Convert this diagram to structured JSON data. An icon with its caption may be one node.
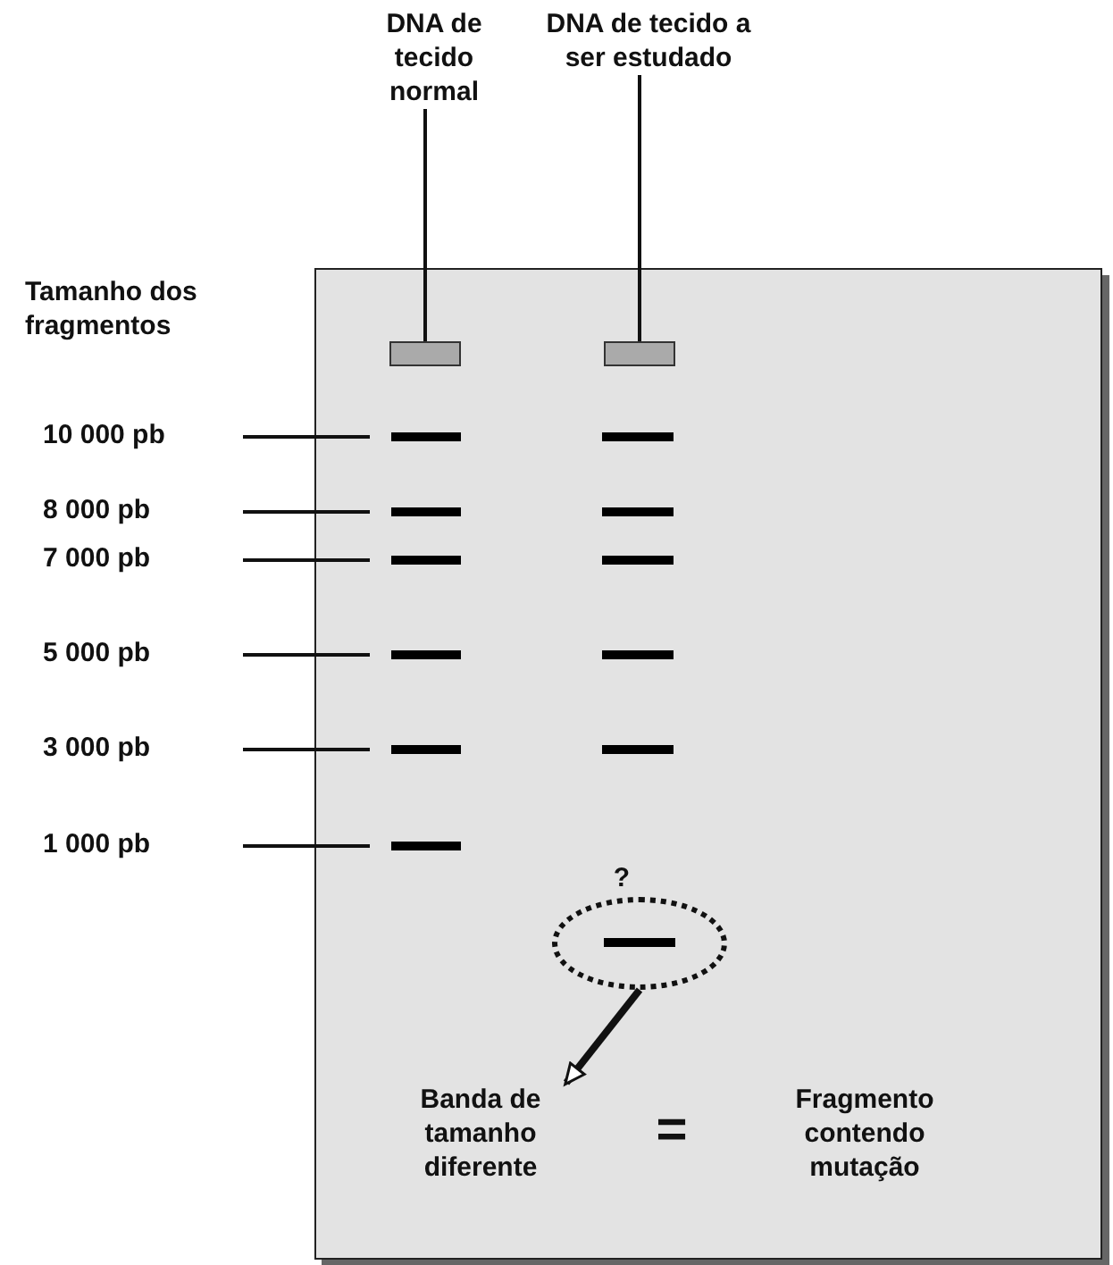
{
  "diagram": {
    "nodes": [
      {
        "text": [
          "DNA de tecido normal"
        ]
      },
      {
        "text": [
          "DNA de tecido a ser estudado"
        ]
      },
      {
        "text": [],
        "shape": "box"
      },
      {
        "text": [],
        "shape": "box",
        "in": 2
      },
      {
        "text": [],
        "shape": "box",
        "in": 2
      },
      {
        "text": [
          "10 000 pb"
        ]
      },
      {
        "text": [
          "8 000 pb"
        ]
      },
      {
        "text": [
          "7 000 pb"
        ]
      },
      {
        "text": [
          "5 000 pb"
        ]
      },
      {
        "text": [
          "3 000 pb"
        ]
      },
      {
        "text": [
          "1 000 pb"
        ]
      },
      {
        "text": [],
        "shape": "bar",
        "in": 2
      },
      {
        "text": [],
        "shape": "bar",
        "in": 2
      },
      {
        "text": [],
        "shape": "bar",
        "in": 2
      },
      {
        "text": [],
        "shape": "bar",
        "in": 2
      },
      {
        "text": [],
        "shape": "bar",
        "in": 2
      },
      {
        "text": [],
        "shape": "bar",
        "in": 2
      },
      {
        "text": [],
        "shape": "ellipse",
        "in": 2
      },
      {
        "text": [
          "Banda de tamanho diferente"
        ],
        "in": 2
      },
      {
        "text": [
          "Fragmento contendo mutação"
        ],
        "in": 2
      }
    ],
    "edges": [
      {
        "from": 0,
        "to": 3,
        "arrow": "none"
      },
      {
        "from": 1,
        "to": 4,
        "arrow": "none"
      },
      {
        "from": 5,
        "to": 11,
        "arrow": "none"
      },
      {
        "from": 6,
        "to": 12,
        "arrow": "none"
      },
      {
        "from": 7,
        "to": 13,
        "arrow": "none"
      },
      {
        "from": 8,
        "to": 14,
        "arrow": "none"
      },
      {
        "from": 9,
        "to": 15,
        "arrow": "none"
      },
      {
        "from": 10,
        "to": 16,
        "arrow": "none"
      },
      {
        "from": 17,
        "to": 18,
        "arrow": "to",
        "style": "thick"
      }
    ],
    "labels": [
      "Tamanho dos fragmentos",
      "?",
      "="
    ]
  }
}
